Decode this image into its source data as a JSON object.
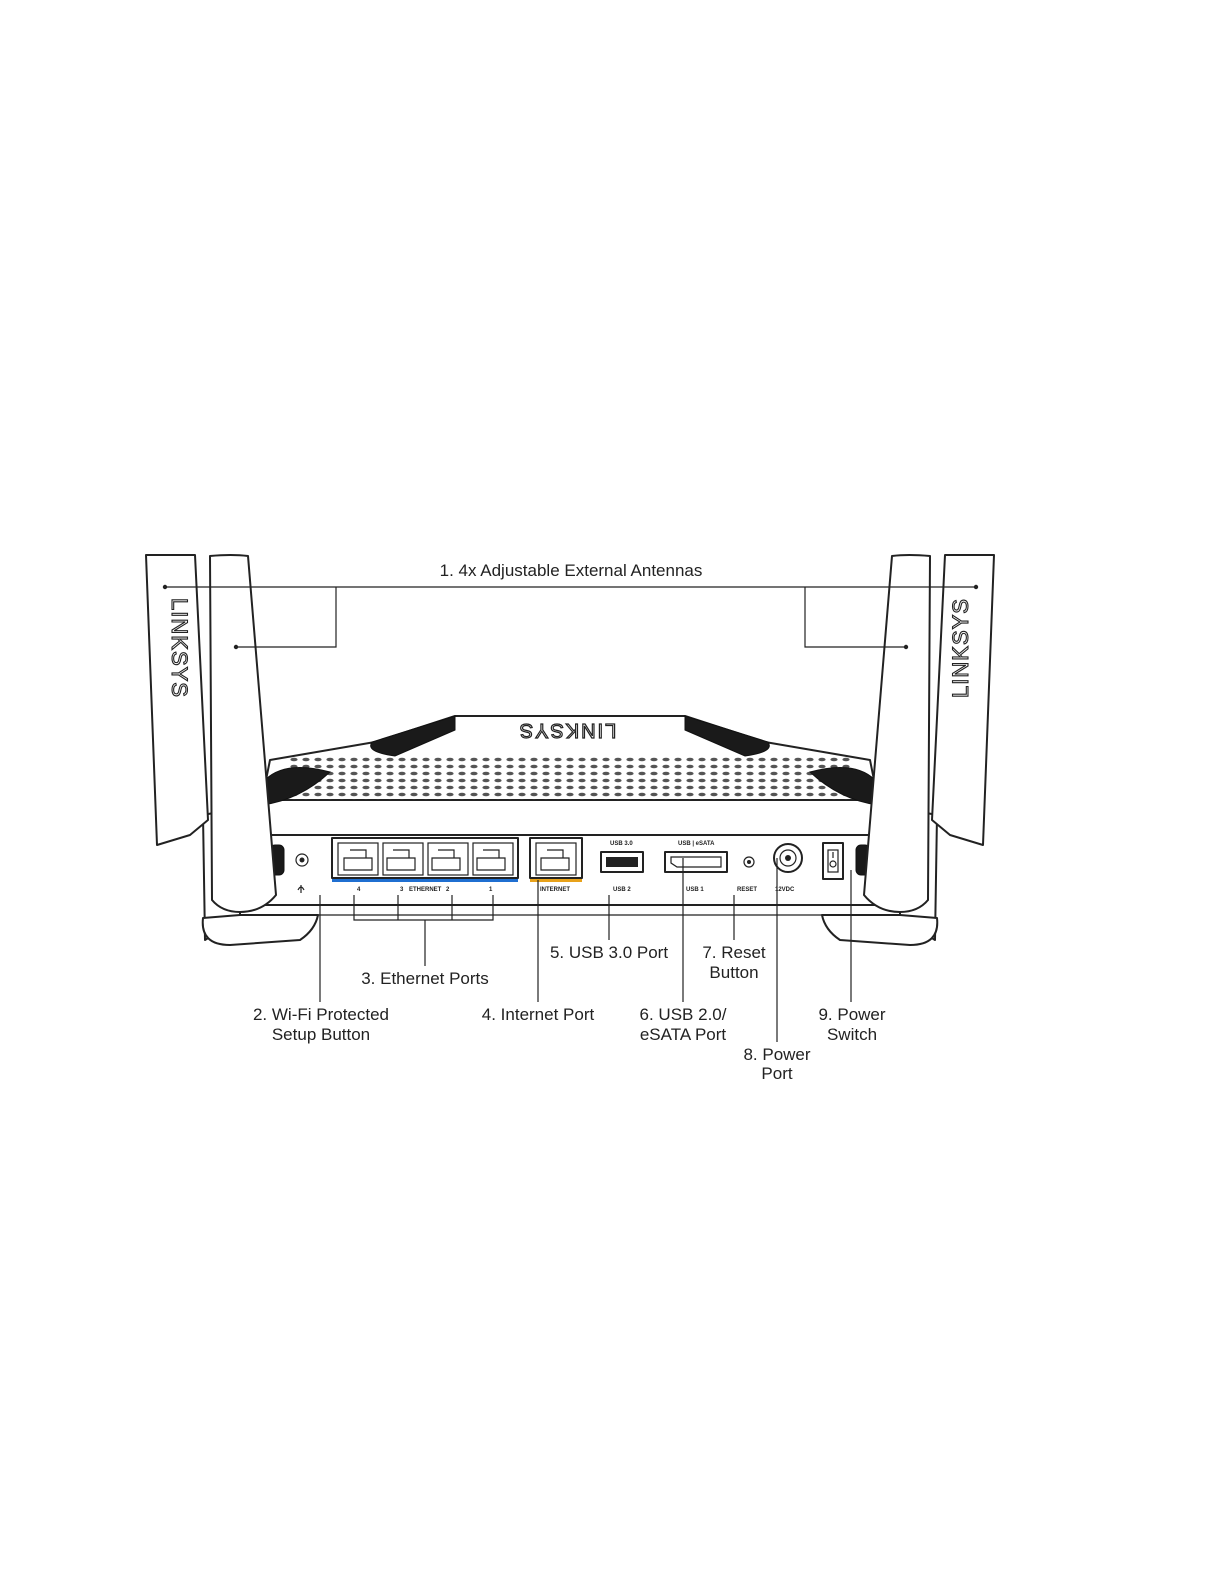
{
  "brand": "LINKSYS",
  "callouts": {
    "antennas": "1. 4x Adjustable External Antennas",
    "wps_1": "2. Wi-Fi Protected",
    "wps_2": "Setup Button",
    "ethernet": "3. Ethernet Ports",
    "internet": "4. Internet Port",
    "usb3": "5. USB 3.0 Port",
    "usb2_1": "6. USB 2.0/",
    "usb2_2": "eSATA Port",
    "reset_1": "7. Reset",
    "reset_2": "Button",
    "power_port_1": "8. Power",
    "power_port_2": "Port",
    "power_switch_1": "9. Power",
    "power_switch_2": "Switch"
  },
  "port_labels": {
    "eth4": "4",
    "eth3": "3",
    "ethernet": "ETHERNET",
    "eth2": "2",
    "eth1": "1",
    "internet": "INTERNET",
    "usb3_top": "USB 3.0",
    "usb2_bottom": "USB 2",
    "usb_esata_top": "USB | eSATA",
    "usb1_bottom": "USB 1",
    "reset": "RESET",
    "dc": "12VDC"
  },
  "colors": {
    "ethernet_accent": "#1f6fd1",
    "internet_accent": "#e8a21a",
    "ink": "#222222"
  }
}
